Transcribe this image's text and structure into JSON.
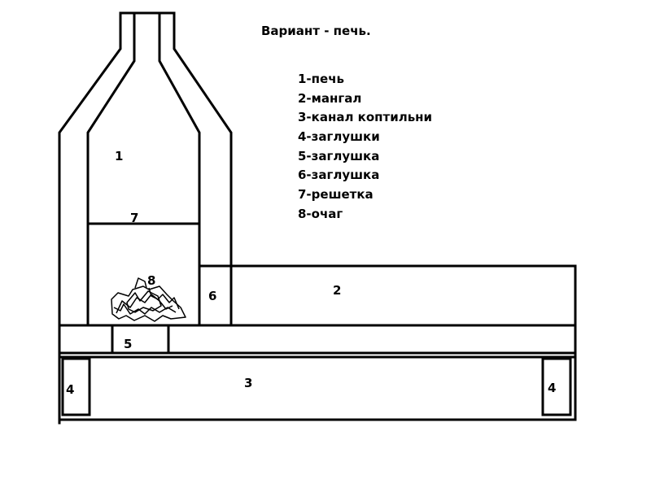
{
  "title": "Вариант - печь.",
  "legend": [
    "1-печь",
    "2-мангал",
    "3-канал коптильни",
    "4-заглушки",
    "5-заглушка",
    "6-заглушка",
    "7-решетка",
    "8-очаг"
  ],
  "labels": {
    "stove": "1",
    "grill": "2",
    "smoke_channel": "3",
    "plug_left": "4",
    "plug_right": "4",
    "plug_bottom": "5",
    "plug_side": "6",
    "grate": "7",
    "hearth": "8"
  }
}
